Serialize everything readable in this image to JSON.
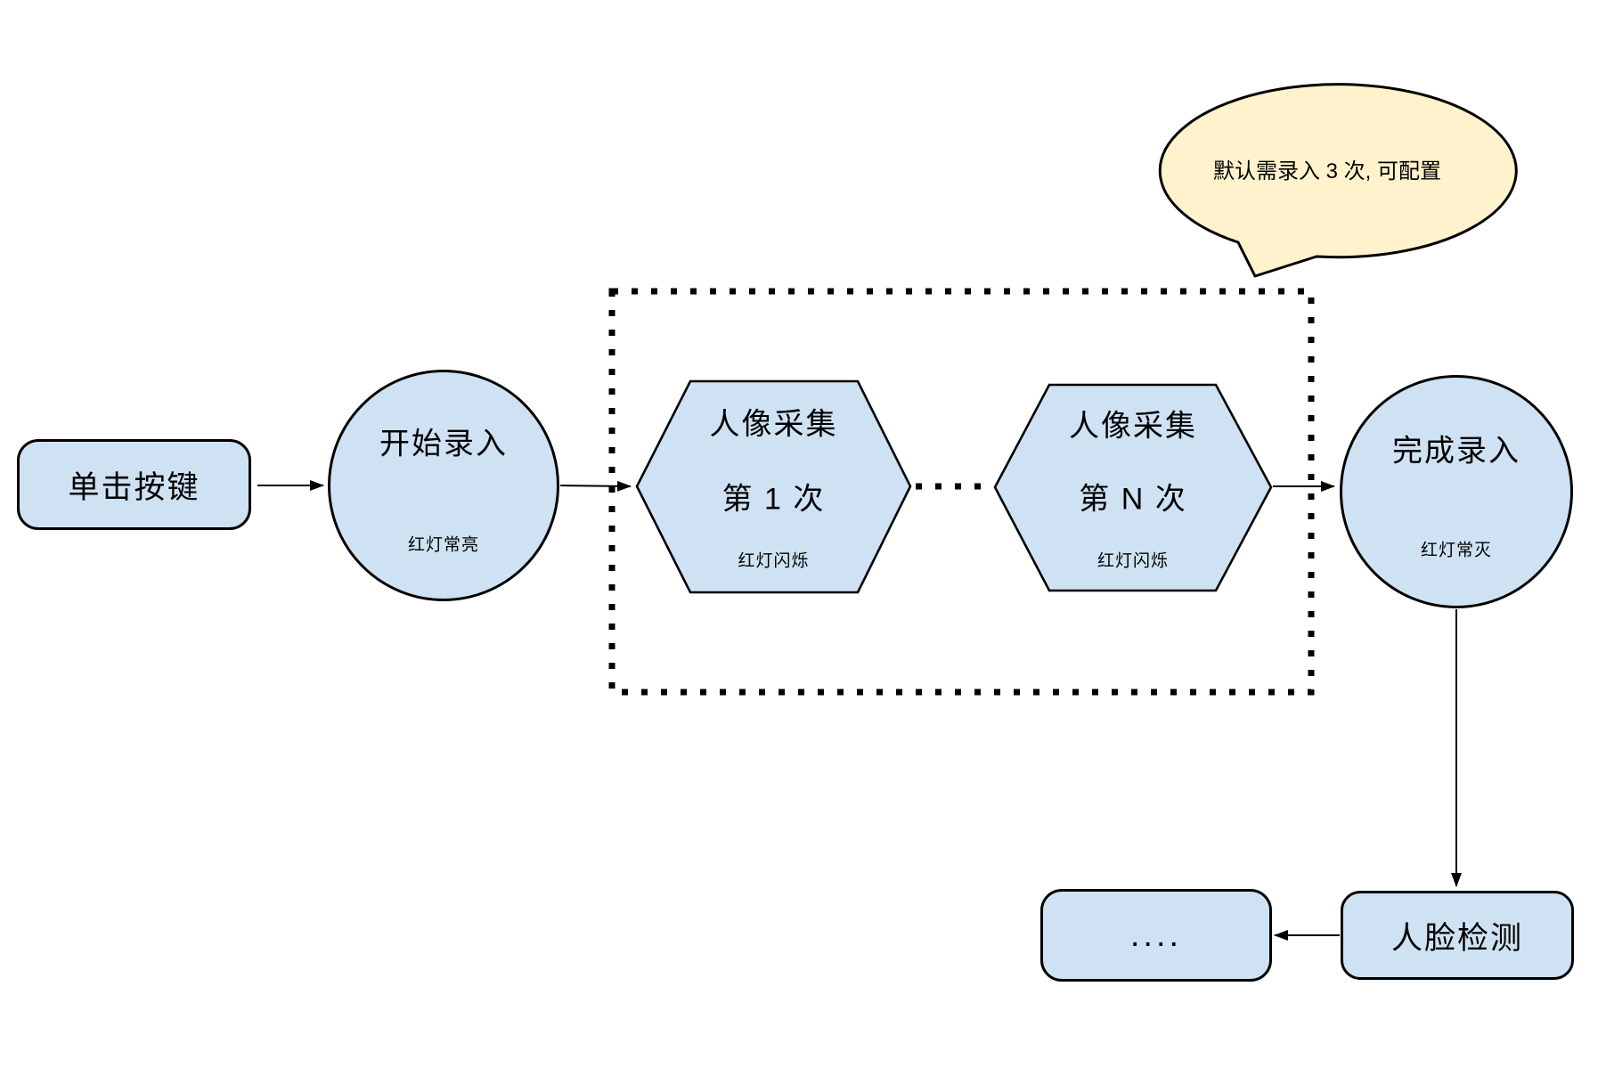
{
  "callout": {
    "text": "默认需录入 3 次, 可配置"
  },
  "nodes": {
    "click_button": {
      "label": "单击按键"
    },
    "start_entry": {
      "title": "开始录入",
      "subtitle": "红灯常亮"
    },
    "capture_first": {
      "title": "人像采集",
      "count": "第 1 次",
      "subtitle": "红灯闪烁"
    },
    "capture_nth": {
      "title": "人像采集",
      "count": "第 N 次",
      "subtitle": "红灯闪烁"
    },
    "finish_entry": {
      "title": "完成录入",
      "subtitle": "红灯常灭"
    },
    "ellipsis_box": {
      "label": "...."
    },
    "face_detection": {
      "label": "人脸检测"
    }
  },
  "colors": {
    "node_fill": "#cfe2f3",
    "node_stroke": "#000000",
    "callout_fill": "#fff2cc"
  }
}
